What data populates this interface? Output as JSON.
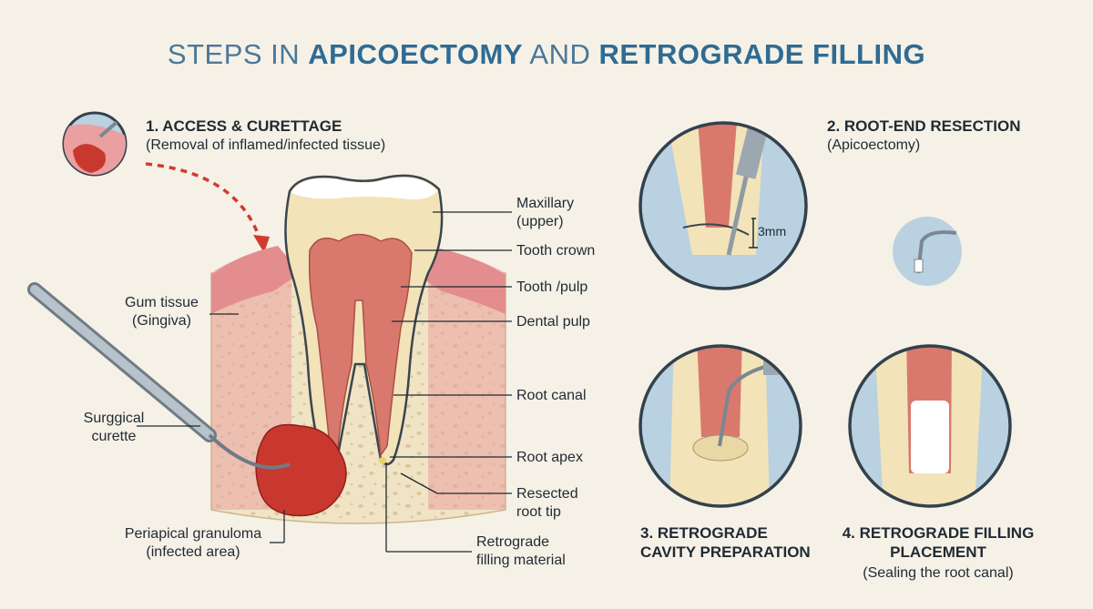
{
  "title": {
    "part1": "STEPS IN ",
    "part2": "APICOECTOMY",
    "part3": " AND ",
    "part4": "RETROGRADE FILLING"
  },
  "steps": [
    {
      "heading": "1. ACCESS & CURETTAGE",
      "sub": "(Removal of inflamed/infected tissue)"
    },
    {
      "heading": "2. ROOT-END RESECTION",
      "sub": "(Apicoectomy)"
    },
    {
      "heading_l1": "3. RETROGRADE",
      "heading_l2": "CAVITY PREPARATION"
    },
    {
      "heading_l1": "4. RETROGRADE FILLING",
      "heading_l2": "PLACEMENT",
      "sub": "(Sealing the root canal)"
    }
  ],
  "labels": {
    "maxillary_l1": "Maxillary",
    "maxillary_l2": "(upper)",
    "tooth_crown": "Tooth crown",
    "tooth_pulp": "Tooth /pulp",
    "dental_pulp": "Dental pulp",
    "root_canal": "Root canal",
    "root_apex": "Root apex",
    "resected_l1": "Resected",
    "resected_l2": "root tip",
    "retro_l1": "Retrograde",
    "retro_l2": "filling material",
    "gum_l1": "Gum tissue",
    "gum_l2": "(Gingiva)",
    "curette_l1": "Surggical",
    "curette_l2": "curette",
    "granuloma_l1": "Periapical granuloma",
    "granuloma_l2": "(infected area)",
    "measure": "3mm"
  },
  "colors": {
    "title_light": "#4b7898",
    "title_bold": "#2f6b93",
    "arrow_red": "#d33a2f",
    "gum": "#eaa0a0",
    "bone": "#f0e4c4",
    "pulp": "#d9796e",
    "circle_bg": "#b9d1e1",
    "granuloma": "#c9382e"
  }
}
